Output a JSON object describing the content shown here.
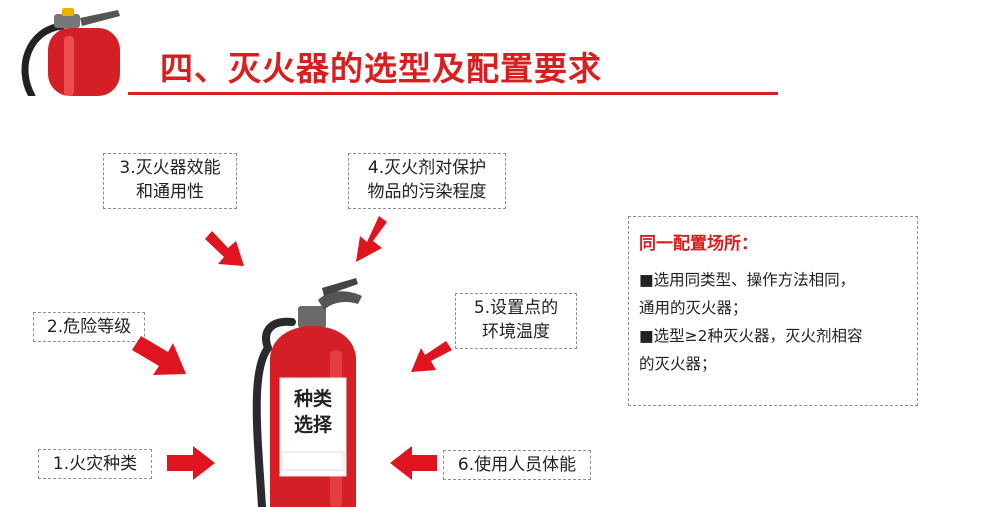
{
  "title": "四、灭火器的选型及配置要求",
  "center_label": [
    "种类",
    "选择"
  ],
  "factors": [
    {
      "lines": [
        "1.火灾种类"
      ]
    },
    {
      "lines": [
        "2.危险等级"
      ]
    },
    {
      "lines": [
        "3.灭火器效能",
        "和通用性"
      ]
    },
    {
      "lines": [
        "4.灭火剂对保护",
        "物品的污染程度"
      ]
    },
    {
      "lines": [
        "5.设置点的",
        "环境温度"
      ]
    },
    {
      "lines": [
        "6.使用人员体能"
      ]
    }
  ],
  "panel": {
    "title": "同一配置场所：",
    "lines": [
      "■选用同类型、操作方法相同，",
      "通用的灭火器；",
      "■选型≥2种灭火器，灭火剂相容",
      "的灭火器；"
    ]
  },
  "colors": {
    "accent": "#d81e1e"
  }
}
